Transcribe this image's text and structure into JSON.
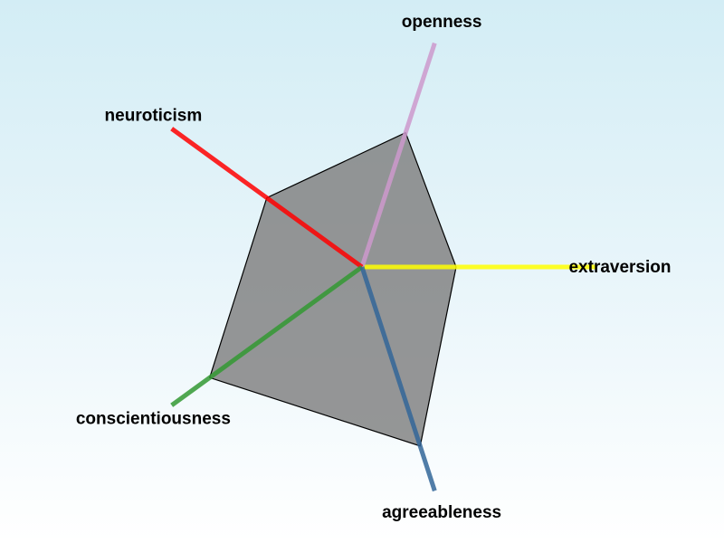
{
  "chart_data": {
    "type": "radar",
    "axes": [
      {
        "name": "extraversion",
        "color": "#ffff00"
      },
      {
        "name": "openness",
        "color": "#cc99cc"
      },
      {
        "name": "neuroticism",
        "color": "#ff0000"
      },
      {
        "name": "conscientiousness",
        "color": "#339933"
      },
      {
        "name": "agreeableness",
        "color": "#336699"
      }
    ],
    "values": [
      0.4,
      0.6,
      0.5,
      0.8,
      0.8
    ],
    "range": [
      0,
      1
    ],
    "fill_color": "#7f7f7f",
    "grid": false,
    "legend": "none"
  }
}
